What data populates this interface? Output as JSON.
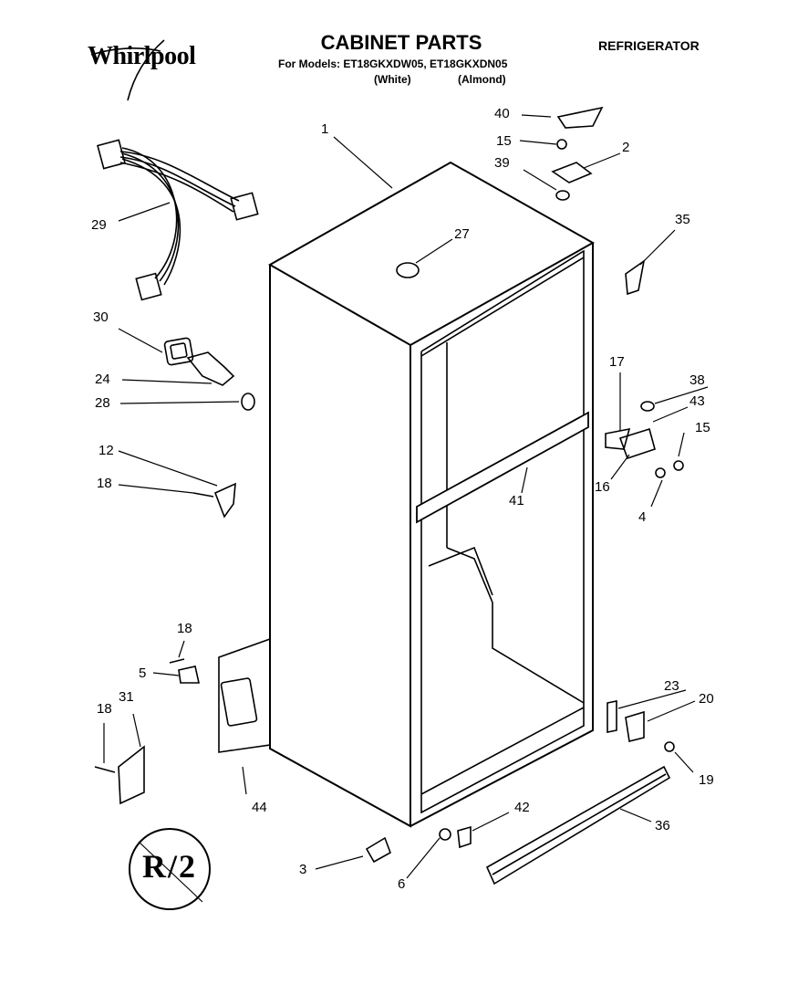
{
  "header": {
    "brand": "Whirlpool",
    "title": "CABINET PARTS",
    "subtitle": "For Models: ET18GKXDW05, ET18GKXDN05",
    "white_variant": "(White)",
    "almond_variant": "(Almond)",
    "product": "REFRIGERATOR"
  },
  "stamp": "R/2",
  "callouts": {
    "c1": "1",
    "c2": "2",
    "c3": "3",
    "c4": "4",
    "c5": "5",
    "c6": "6",
    "c12": "12",
    "c15a": "15",
    "c15b": "15",
    "c16": "16",
    "c17": "17",
    "c18a": "18",
    "c18b": "18",
    "c18c": "18",
    "c19": "19",
    "c20": "20",
    "c23": "23",
    "c24": "24",
    "c27": "27",
    "c28": "28",
    "c29": "29",
    "c30": "30",
    "c31": "31",
    "c35": "35",
    "c36": "36",
    "c38": "38",
    "c39": "39",
    "c40": "40",
    "c41": "41",
    "c42": "42",
    "c43": "43",
    "c44": "44"
  }
}
